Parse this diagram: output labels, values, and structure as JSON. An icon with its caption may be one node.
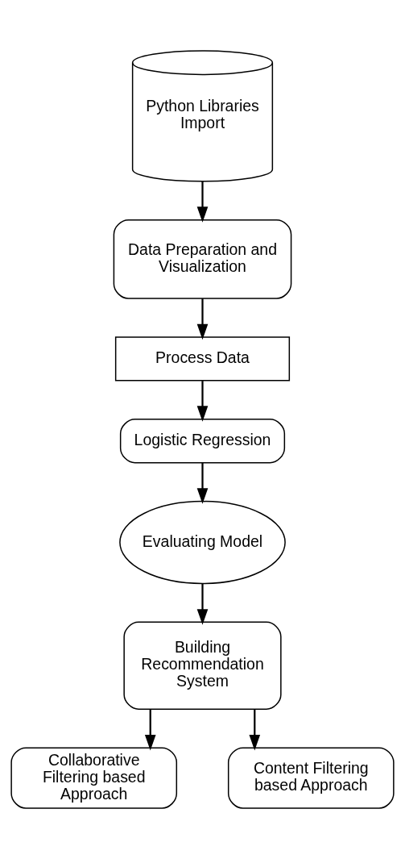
{
  "diagram": {
    "nodes": [
      {
        "text": [
          "Python Libraries Import"
        ]
      },
      {
        "text": [
          "Data Preparation and Visualization"
        ]
      },
      {
        "text": [
          "Process Data"
        ]
      },
      {
        "text": [
          "Logistic Regression"
        ]
      },
      {
        "text": [
          "Evaluating Model"
        ]
      },
      {
        "text": [
          "Building Recommendation System"
        ]
      },
      {
        "text": [
          "Collaborative Filtering based Approach"
        ]
      },
      {
        "text": [
          "Content Filtering based Approach"
        ]
      }
    ],
    "edges": [
      {
        "from": 0,
        "to": 1,
        "arrow": "to"
      },
      {
        "from": 1,
        "to": 2,
        "arrow": "to"
      },
      {
        "from": 2,
        "to": 3,
        "arrow": "to"
      },
      {
        "from": 3,
        "to": 4,
        "arrow": "to"
      },
      {
        "from": 4,
        "to": 5,
        "arrow": "to"
      },
      {
        "from": 5,
        "to": 6,
        "arrow": "to"
      },
      {
        "from": 5,
        "to": 7,
        "arrow": "to"
      }
    ]
  }
}
